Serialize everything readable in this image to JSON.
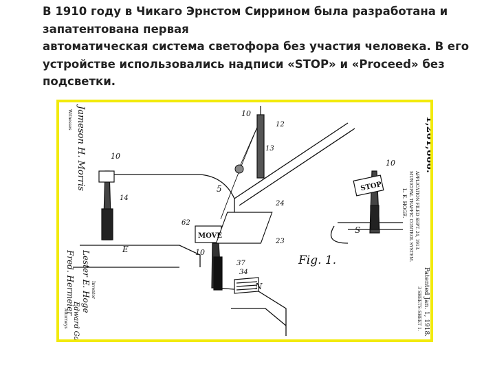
{
  "slide": {
    "text_lines": [
      "В 1910 году  в Чикаго Эрнстом Сиррином  была разработана и",
      "запатентована первая",
      "автоматическая система светофора без участия человека. В его",
      "устройстве использовались надписи «STOP» и «Proceed» без",
      "подсветки."
    ]
  },
  "patent": {
    "number": "1,261,666.",
    "patented": "Patented Jan. 1, 1918.",
    "sheets": "3 SHEETS–SHEET 1.",
    "inventor_block": "L. E. HOGE.",
    "title_line": "MUNICIPAL TRAFFIC CONTROL SYSTEM.",
    "filed_line": "APPLICATION FILED SEPT. 24, 1913.",
    "fig_label": "Fig. 1.",
    "sign_stop": "STOP",
    "sign_move": "MOVE",
    "label_10": "10",
    "label_12": "12",
    "label_13": "13",
    "label_14": "14",
    "label_5": "5",
    "label_E": "E",
    "label_N": "N",
    "label_S": "S",
    "label_62": "62",
    "label_23": "23",
    "label_24": "24",
    "label_37": "37",
    "label_34": "34",
    "witnesses_label": "Witnesses",
    "inventor_label": "Inventor",
    "attorneys_label": "Attorneys",
    "witness_sig_1": "Jameson H. Morris",
    "witness_sig_2": "Fred. Hermeier",
    "inventor_sig": "Lester E. Hoge",
    "attorney_sig": "Edward Gallagher"
  },
  "colors": {
    "frame_border": "#f2ea0c",
    "text": "#222222",
    "ink": "#111111"
  }
}
